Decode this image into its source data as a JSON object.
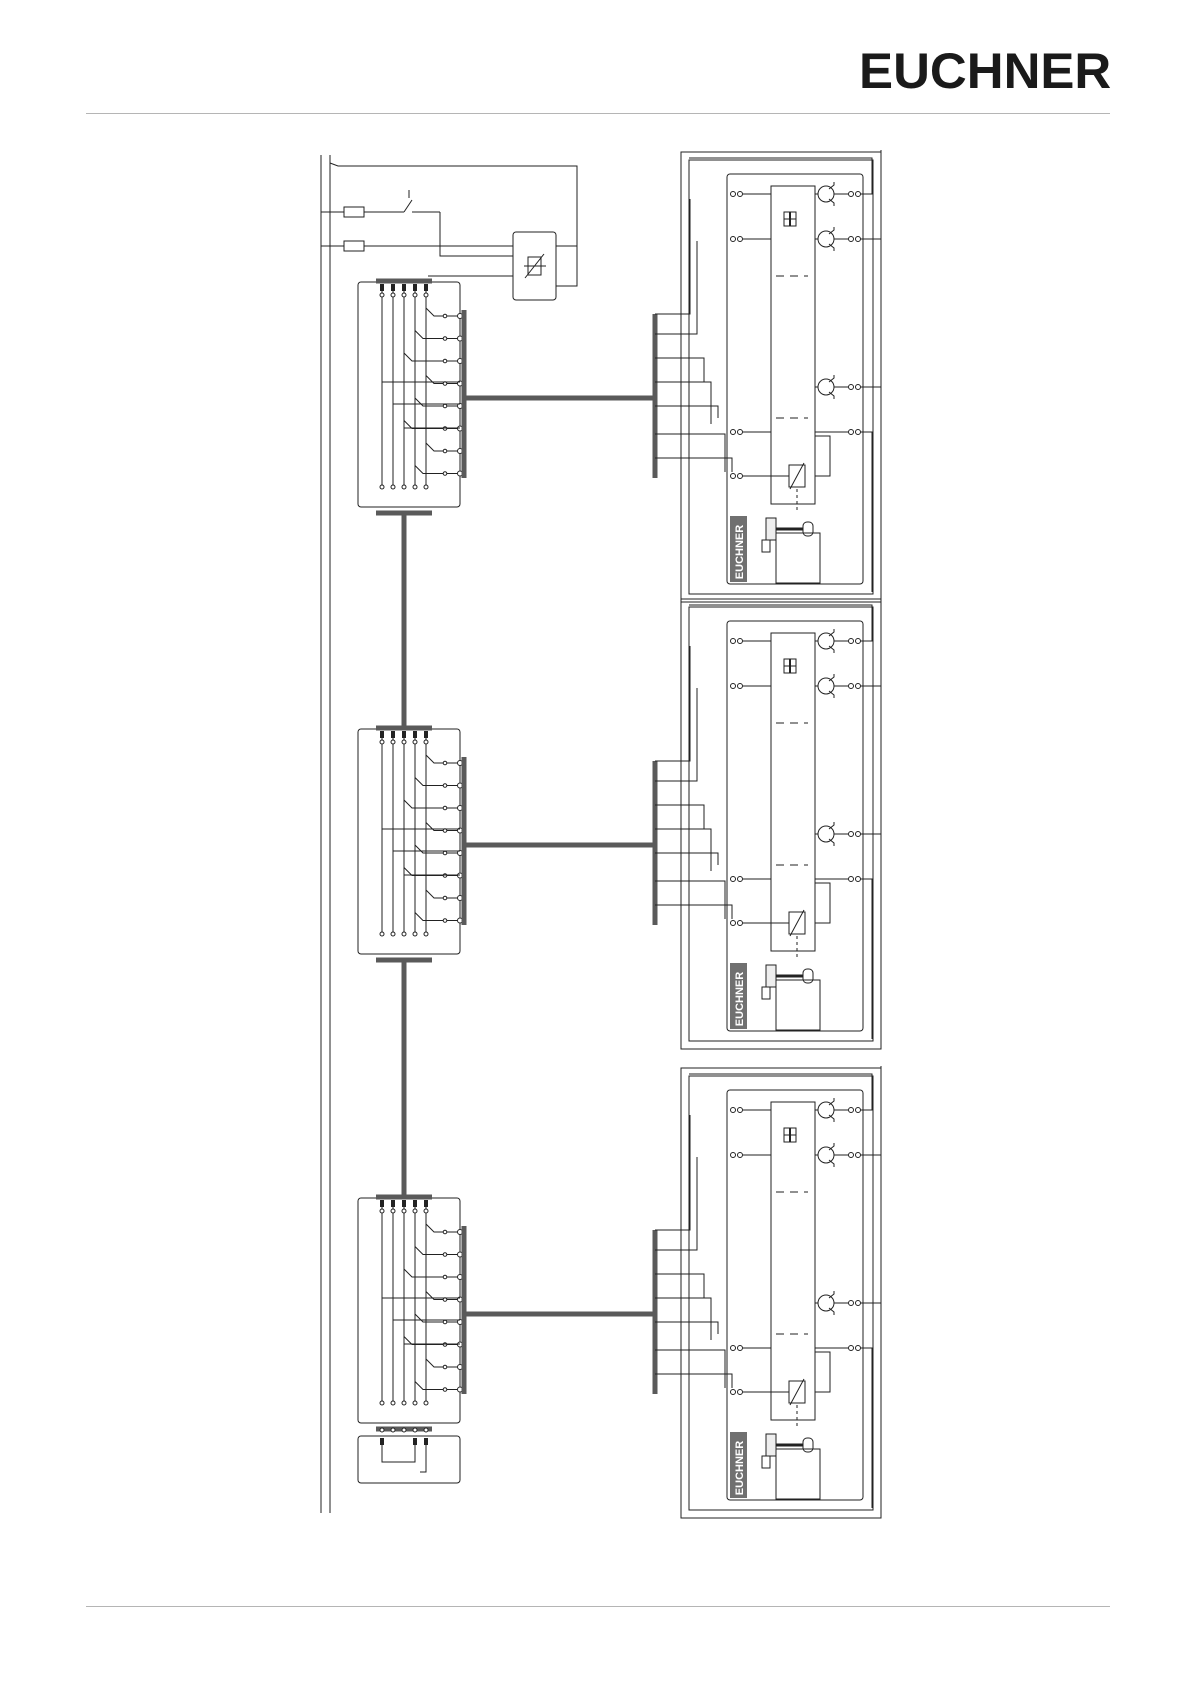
{
  "header": {
    "brand_logo_text": "EUCHNER"
  },
  "diagram": {
    "device_label": "EUCHNER",
    "safety_devices_count": 3,
    "distribution_modules_count": 3
  },
  "colors": {
    "line": "#222222",
    "bus": "#5a5a5a",
    "device_label_bg": "#707070"
  }
}
